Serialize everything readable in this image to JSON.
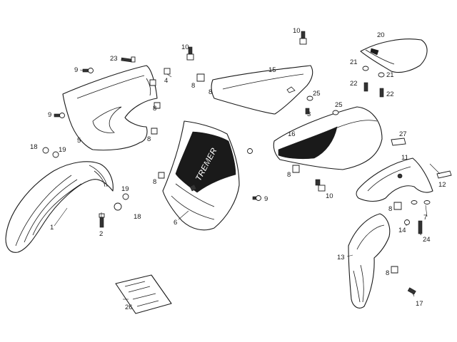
{
  "diagram": {
    "decal_text": "TREMER",
    "callouts": [
      {
        "id": "c1",
        "label": "1"
      },
      {
        "id": "c2",
        "label": "2"
      },
      {
        "id": "c3",
        "label": "3"
      },
      {
        "id": "c4",
        "label": "4"
      },
      {
        "id": "c5",
        "label": "5"
      },
      {
        "id": "c6",
        "label": "6"
      },
      {
        "id": "c7",
        "label": "7"
      },
      {
        "id": "c8a",
        "label": "8"
      },
      {
        "id": "c8b",
        "label": "8"
      },
      {
        "id": "c8c",
        "label": "8"
      },
      {
        "id": "c8d",
        "label": "8"
      },
      {
        "id": "c8e",
        "label": "8"
      },
      {
        "id": "c8f",
        "label": "8"
      },
      {
        "id": "c8g",
        "label": "8"
      },
      {
        "id": "c8h",
        "label": "8"
      },
      {
        "id": "c9a",
        "label": "9"
      },
      {
        "id": "c9b",
        "label": "9"
      },
      {
        "id": "c9c",
        "label": "9"
      },
      {
        "id": "c10a",
        "label": "10"
      },
      {
        "id": "c10b",
        "label": "10"
      },
      {
        "id": "c10c",
        "label": "10"
      },
      {
        "id": "c11",
        "label": "11"
      },
      {
        "id": "c12",
        "label": "12"
      },
      {
        "id": "c13",
        "label": "13"
      },
      {
        "id": "c14",
        "label": "14"
      },
      {
        "id": "c15",
        "label": "15"
      },
      {
        "id": "c16",
        "label": "16"
      },
      {
        "id": "c17",
        "label": "17"
      },
      {
        "id": "c18a",
        "label": "18"
      },
      {
        "id": "c18b",
        "label": "18"
      },
      {
        "id": "c19a",
        "label": "19"
      },
      {
        "id": "c19b",
        "label": "19"
      },
      {
        "id": "c20",
        "label": "20"
      },
      {
        "id": "c21a",
        "label": "21"
      },
      {
        "id": "c21b",
        "label": "21"
      },
      {
        "id": "c22a",
        "label": "22"
      },
      {
        "id": "c22b",
        "label": "22"
      },
      {
        "id": "c23",
        "label": "23"
      },
      {
        "id": "c24",
        "label": "24"
      },
      {
        "id": "c25a",
        "label": "25"
      },
      {
        "id": "c25b",
        "label": "25"
      },
      {
        "id": "c26",
        "label": "26"
      },
      {
        "id": "c27",
        "label": "27"
      }
    ]
  }
}
